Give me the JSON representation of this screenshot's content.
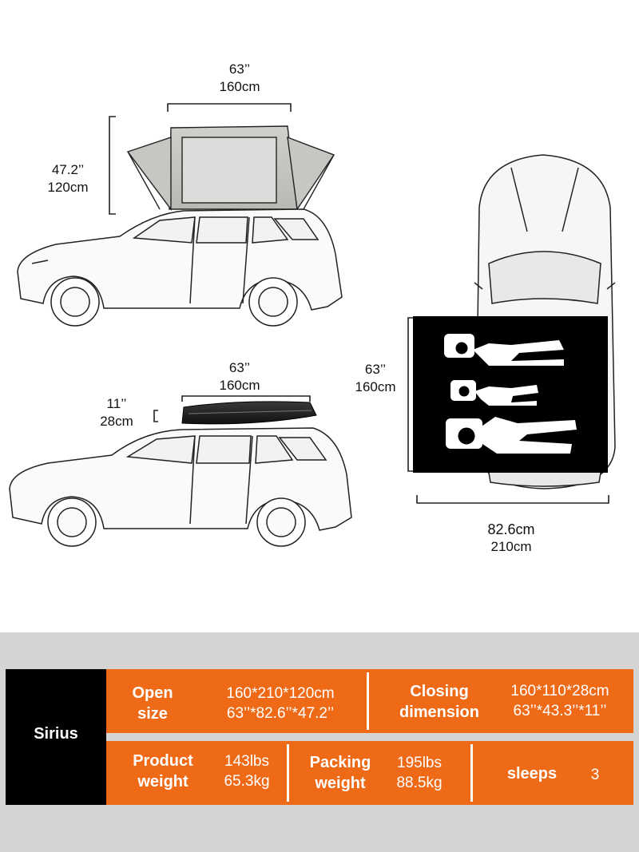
{
  "diagram": {
    "tent_open_width": {
      "in": "63’’",
      "cm": "160cm"
    },
    "tent_open_height": {
      "in": "47.2’’",
      "cm": "120cm"
    },
    "closed_width": {
      "in": "63’’",
      "cm": "160cm"
    },
    "closed_height": {
      "in": "11’’",
      "cm": "28cm"
    },
    "sleep_width": {
      "in": "63’’",
      "cm": "160cm"
    },
    "sleep_length": {
      "in": "82.6cm",
      "cm": "210cm"
    }
  },
  "specs": {
    "model": "Sirius",
    "open_size": {
      "label_1": "Open",
      "label_2": "size",
      "value_1": "160*210*120cm",
      "value_2": "63’’*82.6’’*47.2’’"
    },
    "closing_dimension": {
      "label_1": "Closing",
      "label_2": "dimension",
      "value_1": "160*110*28cm",
      "value_2": "63’’*43.3’’*11’’"
    },
    "product_weight": {
      "label_1": "Product",
      "label_2": "weight",
      "value_1": "143lbs",
      "value_2": "65.3kg"
    },
    "packing_weight": {
      "label_1": "Packing",
      "label_2": "weight",
      "value_1": "195lbs",
      "value_2": "88.5kg"
    },
    "sleeps": {
      "label": "sleeps",
      "value": "3"
    }
  },
  "colors": {
    "accent": "#ef6a17",
    "panel": "#000000",
    "band": "#d4d4d4"
  }
}
